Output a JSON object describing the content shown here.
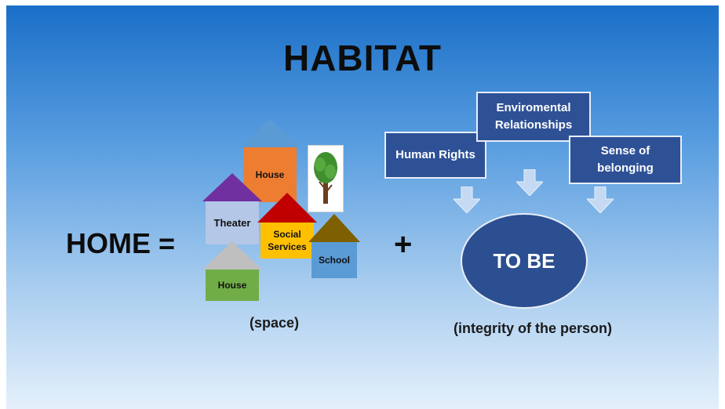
{
  "title": "HABITAT",
  "home_equation": "HOME =",
  "plus_sign": "+",
  "space_houses": [
    {
      "label": "House",
      "roof_color": "#5b9bd5",
      "body_color": "#ed7d31"
    },
    {
      "label": "Theater",
      "roof_color": "#7030a0",
      "body_color": "#b4c7e7"
    },
    {
      "label": "Social\nServices",
      "roof_color": "#c00000",
      "body_color": "#ffc000"
    },
    {
      "label": "School",
      "roof_color": "#7f6000",
      "body_color": "#5b9bd5"
    },
    {
      "label": "House",
      "roof_color": "#bfbfbf",
      "body_color": "#70ad47"
    }
  ],
  "caption_space": "(space)",
  "concepts": {
    "human_rights": "Human Rights",
    "enviromental_relationships": "Enviromental\nRelationships",
    "sense_of_belonging": "Sense of\nbelonging"
  },
  "to_be": "TO BE",
  "caption_integrity": "(integrity of the person)",
  "colors": {
    "box_fill": "#2e5196",
    "ellipse_fill": "#2b4f90",
    "arrow_fill": "#c5daf2"
  }
}
